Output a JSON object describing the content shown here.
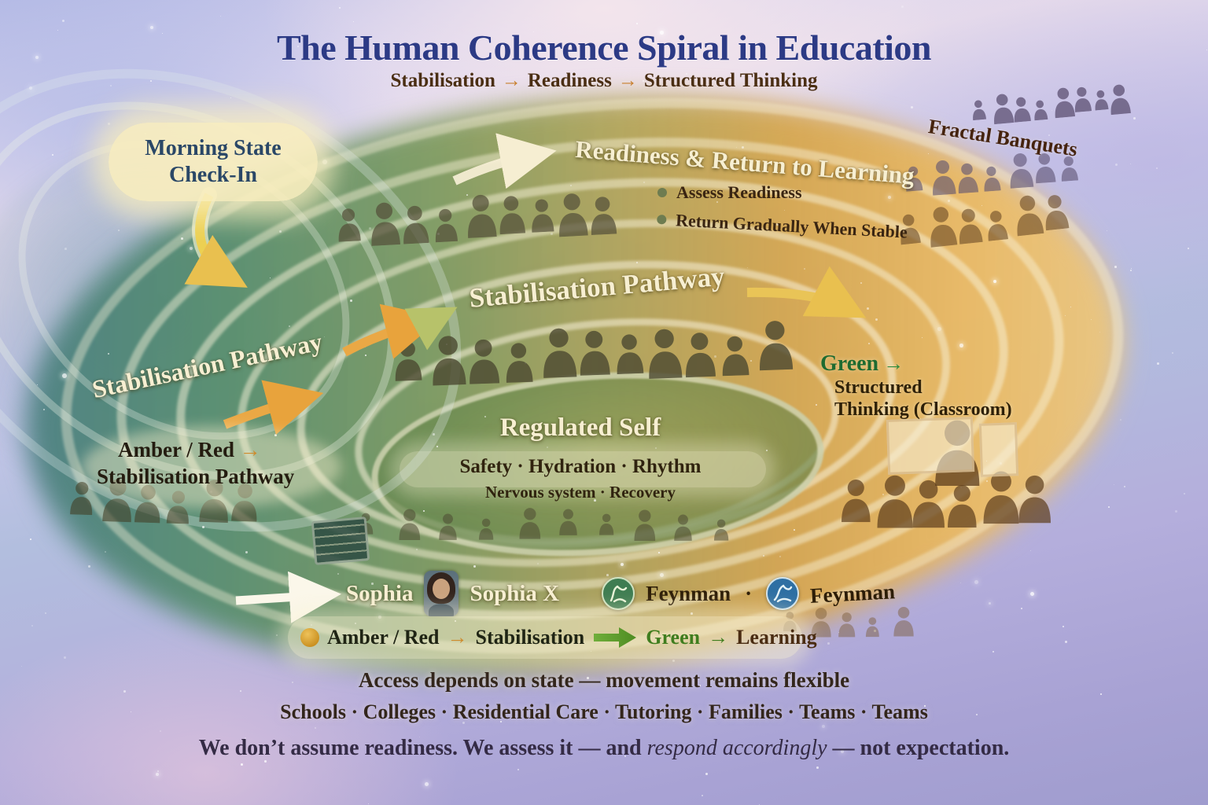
{
  "colors": {
    "title_navy": "#2c3a85",
    "subtitle_brown": "#4a2e13",
    "arrow_orange": "#c8802f",
    "cream_text": "#f7efd2",
    "dark_brown_text": "#33261c",
    "green_accent": "#2e7d32",
    "amber_accent": "#d99a2b",
    "tagline_ink": "#342b45"
  },
  "icons": {
    "morning_arrow": "curved-arrow-down-icon",
    "pathway_arrows": "arrow-right-icon",
    "sophia_avatar": "woman-portrait-avatar",
    "feynman_badge_green": "feynman-figure-badge-green",
    "feynman_badge_blue": "feynman-figure-badge-blue",
    "amber_dot": "amber-status-dot",
    "green_block_arrow": "green-block-arrow",
    "chalkboard": "chalkboard-sign",
    "whiteboards": "classroom-whiteboard",
    "crowds": "people-silhouettes"
  },
  "header": {
    "title": "The Human Coherence Spiral in Education",
    "subtitle": {
      "step1": "Stabilisation",
      "arrow1": "→",
      "step2": "Readiness",
      "arrow2": "→",
      "step3": "Structured Thinking"
    }
  },
  "spiral": {
    "morning_check_in": {
      "line1": "Morning State",
      "line2": "Check-In"
    },
    "readiness": {
      "heading": "Readiness & Return to Learning",
      "bullet1": "Assess Readiness",
      "bullet2": "Return Gradually When Stable"
    },
    "fractal_banquets": "Fractal Banquets",
    "stabilisation_pathway_upper": "Stabilisation Pathway",
    "stabilisation_pathway_left": "Stabilisation Pathway",
    "amber_red_gate": {
      "line1_label": "Amber / Red",
      "line1_arrow": "→",
      "line2": "Stabilisation Pathway"
    },
    "regulated_self": {
      "title": "Regulated Self",
      "line1": "Safety · Hydration · Rhythm",
      "line2": "Nervous system · Recovery"
    },
    "green_gate": {
      "label": "Green",
      "arrow": "→",
      "line1": "Structured",
      "line2": "Thinking (Classroom)"
    }
  },
  "legend": {
    "platforms": {
      "sophia": "Sophia",
      "sophia_x": "Sophia X",
      "feynman1": "Feynman",
      "separator": "·",
      "feynman2": "Feynman"
    },
    "flow": {
      "amber_label": "Amber / Red",
      "amber_arrow": "→",
      "amber_target": "Stabilisation",
      "green_label": "Green",
      "green_arrow": "→",
      "green_target": "Learning"
    }
  },
  "footer": {
    "access_line": "Access depends on state — movement remains flexible",
    "contexts_line": "Schools · Colleges · Residential Care · Tutoring · Families · Teams · Teams",
    "tagline_pre": "We don’t assume readiness. We assess it — and ",
    "tagline_italic": "respond accordingly",
    "tagline_post": " — not expectation."
  }
}
